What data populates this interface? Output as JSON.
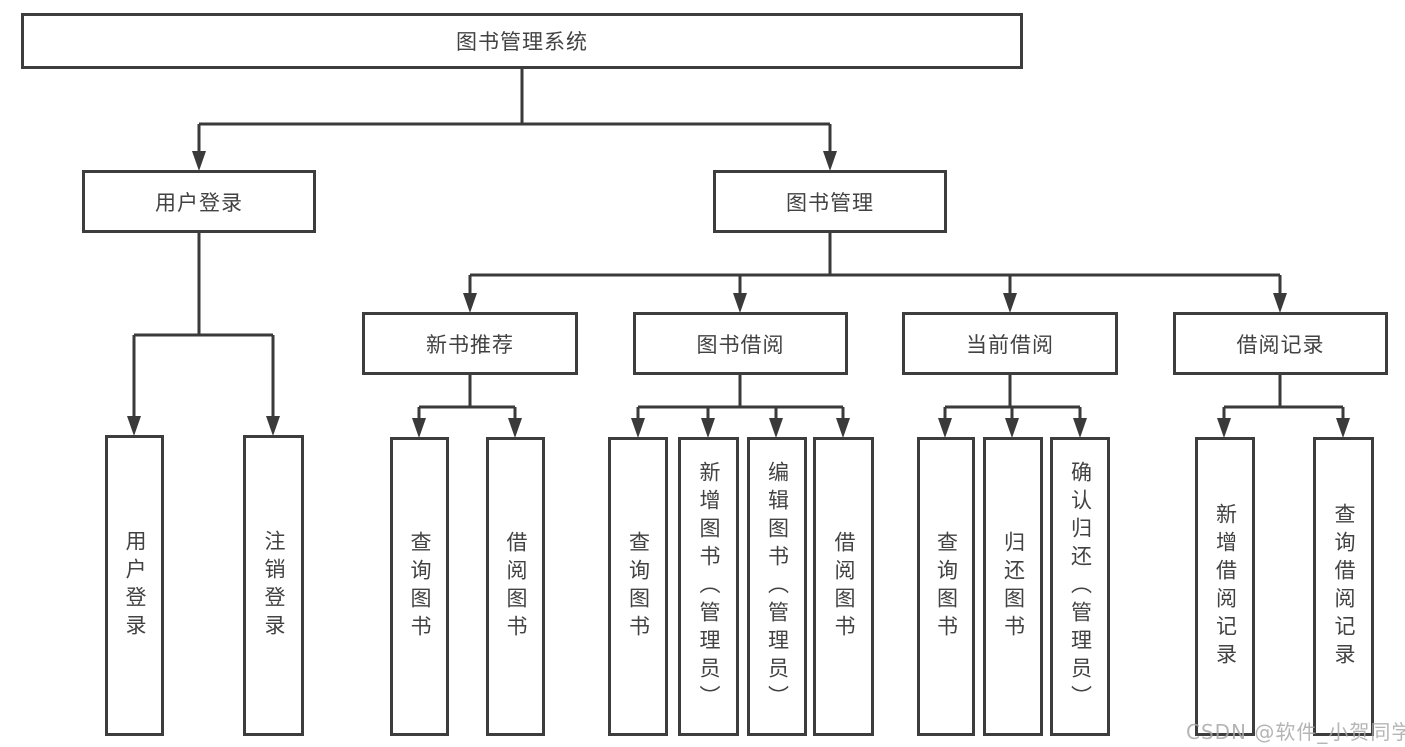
{
  "tree": {
    "label": "图书管理系统",
    "children": [
      {
        "label": "用户登录",
        "children": [
          {
            "label": "用户登录"
          },
          {
            "label": "注销登录"
          }
        ]
      },
      {
        "label": "图书管理",
        "children": [
          {
            "label": "新书推荐",
            "children": [
              {
                "label": "查询图书"
              },
              {
                "label": "借阅图书"
              }
            ]
          },
          {
            "label": "图书借阅",
            "children": [
              {
                "label": "查询图书"
              },
              {
                "label": "新增图书（管理员）"
              },
              {
                "label": "编辑图书（管理员）"
              },
              {
                "label": "借阅图书"
              }
            ]
          },
          {
            "label": "当前借阅",
            "children": [
              {
                "label": "查询图书"
              },
              {
                "label": "归还图书"
              },
              {
                "label": "确认归还（管理员）"
              }
            ]
          },
          {
            "label": "借阅记录",
            "children": [
              {
                "label": "新增借阅记录"
              },
              {
                "label": "查询借阅记录"
              }
            ]
          }
        ]
      }
    ]
  },
  "watermark": "CSDN @软件_小贺同学",
  "colors": {
    "line": "#3a3a3a",
    "border": "#3d3d3d",
    "text": "#424242",
    "watermark": "#a8a8a8"
  }
}
